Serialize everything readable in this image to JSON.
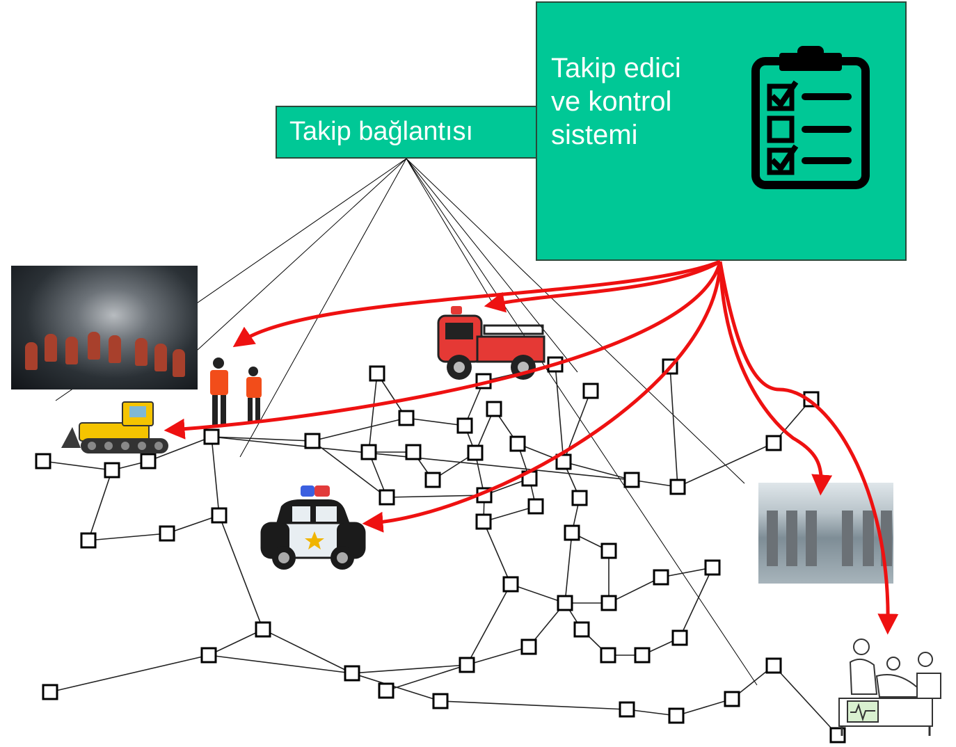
{
  "link_box": {
    "label": "Takip bağlantısı"
  },
  "control_box": {
    "label_lines": [
      "Takip edici",
      "ve kontrol",
      "sistemi"
    ],
    "icon": "clipboard-checklist-icon"
  },
  "pictures": [
    {
      "name": "rescue-team-photo"
    },
    {
      "name": "rescue-workers-icon"
    },
    {
      "name": "bulldozer-icon"
    },
    {
      "name": "fire-truck-icon"
    },
    {
      "name": "police-car-icon"
    },
    {
      "name": "warehouse-photo"
    },
    {
      "name": "hospital-patient-icon"
    }
  ],
  "colors": {
    "box_fill": "#00c896",
    "arrow": "#ee1111",
    "node_stroke": "#000000",
    "edge": "#222222"
  }
}
